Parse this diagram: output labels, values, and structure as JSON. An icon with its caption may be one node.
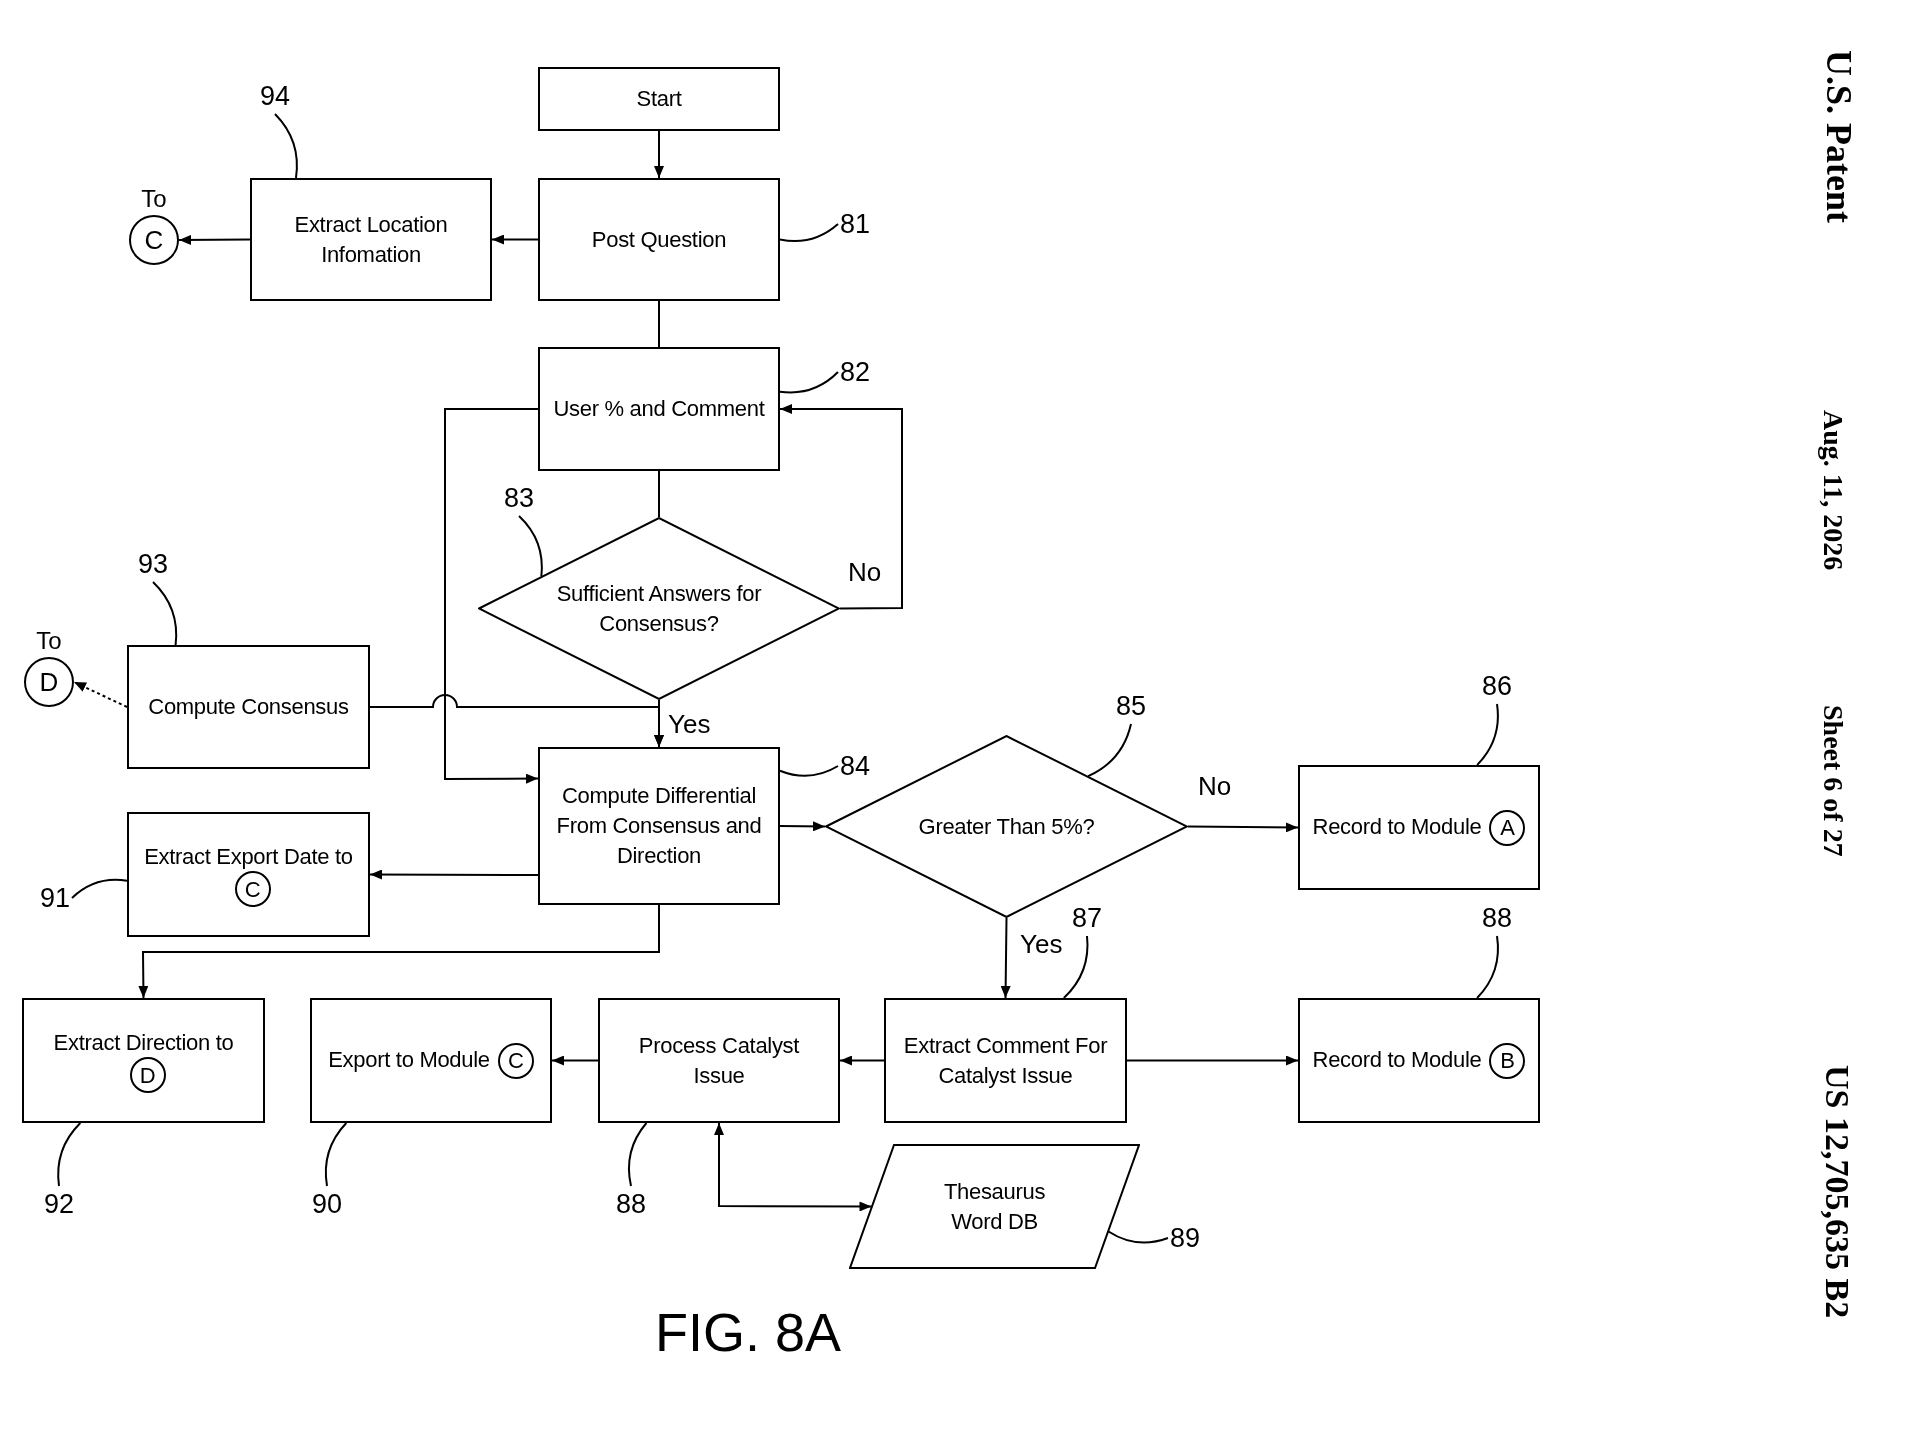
{
  "diagram": {
    "caption": "FIG. 8A",
    "nodes": [
      {
        "text": [
          "Start"
        ]
      },
      {
        "text": [
          "Post Question"
        ]
      },
      {
        "text": [
          "Extract Location Infomation"
        ]
      },
      {
        "text": [
          "To",
          "C"
        ]
      },
      {
        "text": [
          "User % and Comment"
        ]
      },
      {
        "text": [
          "Sufficient Answers for Consensus?"
        ]
      },
      {
        "text": [
          "Compute Consensus"
        ]
      },
      {
        "text": [
          "To",
          "D"
        ]
      },
      {
        "text": [
          "Compute Differential From Consensus and Direction"
        ]
      },
      {
        "text": [
          "Greater Than 5%?"
        ]
      },
      {
        "text": [
          "Record to Module",
          "A"
        ]
      },
      {
        "text": [
          "Extract Export Date to",
          "C"
        ]
      },
      {
        "text": [
          "Extract Direction to",
          "D"
        ]
      },
      {
        "text": [
          "Export to Module",
          "C"
        ]
      },
      {
        "text": [
          "Process Catalyst Issue"
        ]
      },
      {
        "text": [
          "Extract Comment For Catalyst Issue"
        ]
      },
      {
        "text": [
          "Record to Module",
          "B"
        ]
      },
      {
        "text": [
          "Thesaurus Word DB"
        ]
      },
      {
        "text": [
          "94"
        ]
      },
      {
        "text": [
          "81"
        ]
      },
      {
        "text": [
          "82"
        ]
      },
      {
        "text": [
          "83"
        ]
      },
      {
        "text": [
          "93"
        ]
      },
      {
        "text": [
          "84"
        ]
      },
      {
        "text": [
          "85"
        ]
      },
      {
        "text": [
          "86"
        ]
      },
      {
        "text": [
          "91"
        ]
      },
      {
        "text": [
          "87"
        ]
      },
      {
        "text": [
          "88"
        ]
      },
      {
        "text": [
          "92"
        ]
      },
      {
        "text": [
          "90"
        ]
      },
      {
        "text": [
          "88"
        ]
      },
      {
        "text": [
          "89"
        ]
      }
    ],
    "edges": [
      {
        "from": 0,
        "to": 1,
        "arrow": "to"
      },
      {
        "from": 1,
        "to": 2,
        "arrow": "to"
      },
      {
        "from": 2,
        "to": 3,
        "arrow": "to"
      },
      {
        "from": 1,
        "to": 4,
        "arrow": "none"
      },
      {
        "from": 4,
        "to": 5,
        "arrow": "none"
      },
      {
        "from": 5,
        "to": 4,
        "arrow": "to",
        "label": "No"
      },
      {
        "from": 5,
        "to": 8,
        "arrow": "to",
        "label": "Yes"
      },
      {
        "from": 6,
        "to": 7,
        "arrow": "to",
        "style": "dashed"
      },
      {
        "from": 6,
        "to": 8,
        "arrow": "to"
      },
      {
        "from": 4,
        "to": 8,
        "arrow": "to"
      },
      {
        "from": 8,
        "to": 9,
        "arrow": "to"
      },
      {
        "from": 8,
        "to": 11,
        "arrow": "to"
      },
      {
        "from": 8,
        "to": 12,
        "arrow": "to"
      },
      {
        "from": 9,
        "to": 10,
        "arrow": "to",
        "label": "No"
      },
      {
        "from": 9,
        "to": 15,
        "arrow": "to",
        "label": "Yes"
      },
      {
        "from": 15,
        "to": 14,
        "arrow": "to"
      },
      {
        "from": 15,
        "to": 16,
        "arrow": "to"
      },
      {
        "from": 14,
        "to": 13,
        "arrow": "to"
      },
      {
        "from": 14,
        "to": 17,
        "arrow": "both"
      },
      {
        "from": 18,
        "to": 2,
        "arrow": "none"
      },
      {
        "from": 19,
        "to": 1,
        "arrow": "none"
      },
      {
        "from": 20,
        "to": 4,
        "arrow": "none"
      },
      {
        "from": 21,
        "to": 5,
        "arrow": "none"
      },
      {
        "from": 22,
        "to": 6,
        "arrow": "none"
      },
      {
        "from": 23,
        "to": 8,
        "arrow": "none"
      },
      {
        "from": 24,
        "to": 9,
        "arrow": "none"
      },
      {
        "from": 25,
        "to": 10,
        "arrow": "none"
      },
      {
        "from": 26,
        "to": 11,
        "arrow": "none"
      },
      {
        "from": 27,
        "to": 15,
        "arrow": "none"
      },
      {
        "from": 28,
        "to": 16,
        "arrow": "none"
      },
      {
        "from": 29,
        "to": 12,
        "arrow": "none"
      },
      {
        "from": 30,
        "to": 13,
        "arrow": "none"
      },
      {
        "from": 31,
        "to": 14,
        "arrow": "none"
      },
      {
        "from": 32,
        "to": 17,
        "arrow": "none"
      }
    ],
    "labels": [
      "U.S. Patent",
      "Aug. 11, 2026",
      "Sheet 6 of 27",
      "US 12,705,635 B2"
    ]
  }
}
